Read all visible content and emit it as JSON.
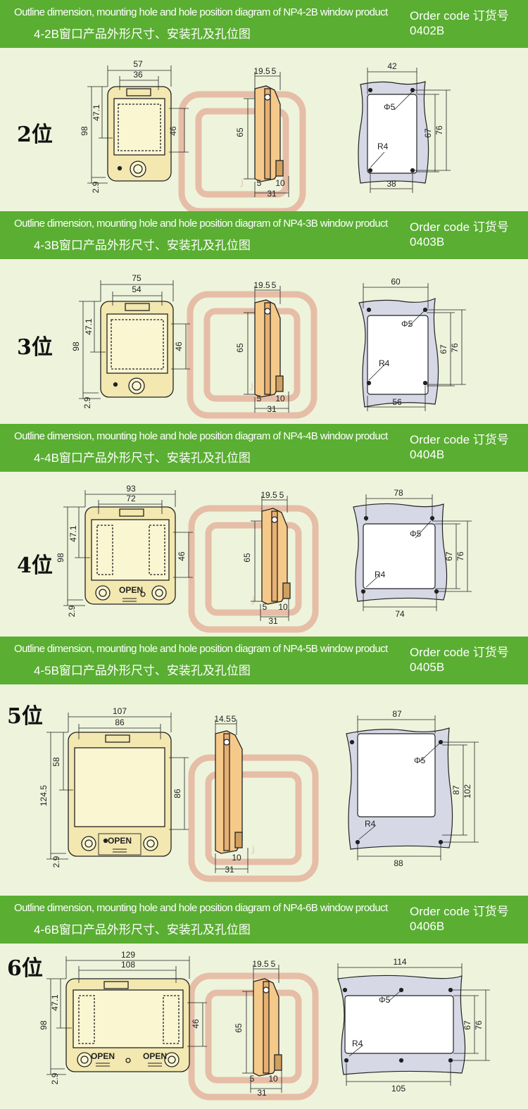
{
  "sections": [
    {
      "title_en": "Outline dimension, mounting hole and hole position diagram of NP4-2B window product",
      "title_cn": "4-2B窗口产品外形尺寸、安装孔及孔位图",
      "order_label": "Order code 订货号",
      "order_code": "0402B",
      "position_label": "2位",
      "front": {
        "outer_width": "57",
        "inner_width": "36",
        "height": "98",
        "top_offset": "47.1",
        "window_height": "46",
        "bottom": "2.9"
      },
      "side": {
        "top_a": "19.5",
        "top_b": "5",
        "height": "65",
        "bottom_a": "5",
        "bottom_b": "10",
        "depth": "31"
      },
      "cutout": {
        "top_width": "42",
        "bottom_width": "38",
        "hole": "Φ5",
        "radius": "R4",
        "inner_h": "67",
        "outer_h": "76"
      }
    },
    {
      "title_en": "Outline dimension, mounting hole and hole position diagram of NP4-3B window product",
      "title_cn": "4-3B窗口产品外形尺寸、安装孔及孔位图",
      "order_label": "Order code 订货号",
      "order_code": "0403B",
      "position_label": "3位",
      "front": {
        "outer_width": "75",
        "inner_width": "54",
        "height": "98",
        "top_offset": "47.1",
        "window_height": "46",
        "bottom": "2.9"
      },
      "side": {
        "top_a": "19.5",
        "top_b": "5",
        "height": "65",
        "bottom_a": "5",
        "bottom_b": "10",
        "depth": "31"
      },
      "cutout": {
        "top_width": "60",
        "bottom_width": "56",
        "hole": "Φ5",
        "radius": "R4",
        "inner_h": "67",
        "outer_h": "76"
      }
    },
    {
      "title_en": "Outline dimension, mounting hole and hole position diagram of NP4-4B window product",
      "title_cn": "4-4B窗口产品外形尺寸、安装孔及孔位图",
      "order_label": "Order code 订货号",
      "order_code": "0404B",
      "position_label": "4位",
      "front": {
        "outer_width": "93",
        "inner_width": "72",
        "height": "98",
        "top_offset": "47.1",
        "window_height": "46",
        "bottom": "2.9",
        "open_label": "OPEN"
      },
      "side": {
        "top_a": "19.5",
        "top_b": "5",
        "height": "65",
        "bottom_a": "5",
        "bottom_b": "10",
        "depth": "31"
      },
      "cutout": {
        "top_width": "78",
        "bottom_width": "74",
        "hole": "Φ5",
        "radius": "R4",
        "inner_h": "67",
        "outer_h": "76"
      }
    },
    {
      "title_en": "Outline dimension, mounting hole and hole position diagram of NP4-5B window product",
      "title_cn": "4-5B窗口产品外形尺寸、安装孔及孔位图",
      "order_label": "Order code 订货号",
      "order_code": "0405B",
      "position_label": "5位",
      "front": {
        "outer_width": "107",
        "inner_width": "86",
        "height": "124.5",
        "top_offset": "58",
        "window_height": "86",
        "bottom": "2.9",
        "open_label": "OPEN"
      },
      "side": {
        "top_a": "14.5",
        "top_b": "5",
        "height": "",
        "bottom_a": "",
        "bottom_b": "10",
        "depth": "31"
      },
      "cutout": {
        "top_width": "87",
        "bottom_width": "88",
        "hole": "Φ5",
        "radius": "R4",
        "inner_h": "87",
        "outer_h": "102"
      }
    },
    {
      "title_en": "Outline dimension, mounting hole and hole position diagram of NP4-6B window product",
      "title_cn": "4-6B窗口产品外形尺寸、安装孔及孔位图",
      "order_label": "Order code 订货号",
      "order_code": "0406B",
      "position_label": "6位",
      "front": {
        "outer_width": "129",
        "inner_width": "108",
        "height": "98",
        "top_offset": "47.1",
        "window_height": "46",
        "bottom": "2.9",
        "open_label": "OPEN"
      },
      "side": {
        "top_a": "19.5",
        "top_b": "5",
        "height": "65",
        "bottom_a": "5",
        "bottom_b": "10",
        "depth": "31"
      },
      "cutout": {
        "top_width": "114",
        "bottom_width": "105",
        "hole": "Φ5",
        "radius": "R4",
        "inner_h": "67",
        "outer_h": "76"
      }
    }
  ],
  "watermark": {
    "letter": "j"
  },
  "colors": {
    "band": "#5aae32",
    "background": "#eef4dc",
    "window_fill": "#fbf6d2",
    "frame_fill": "#f2e8b0",
    "side_fill": "#f5c98a",
    "cutout_fill": "#d6d8e6",
    "watermark": "#e4a790"
  }
}
